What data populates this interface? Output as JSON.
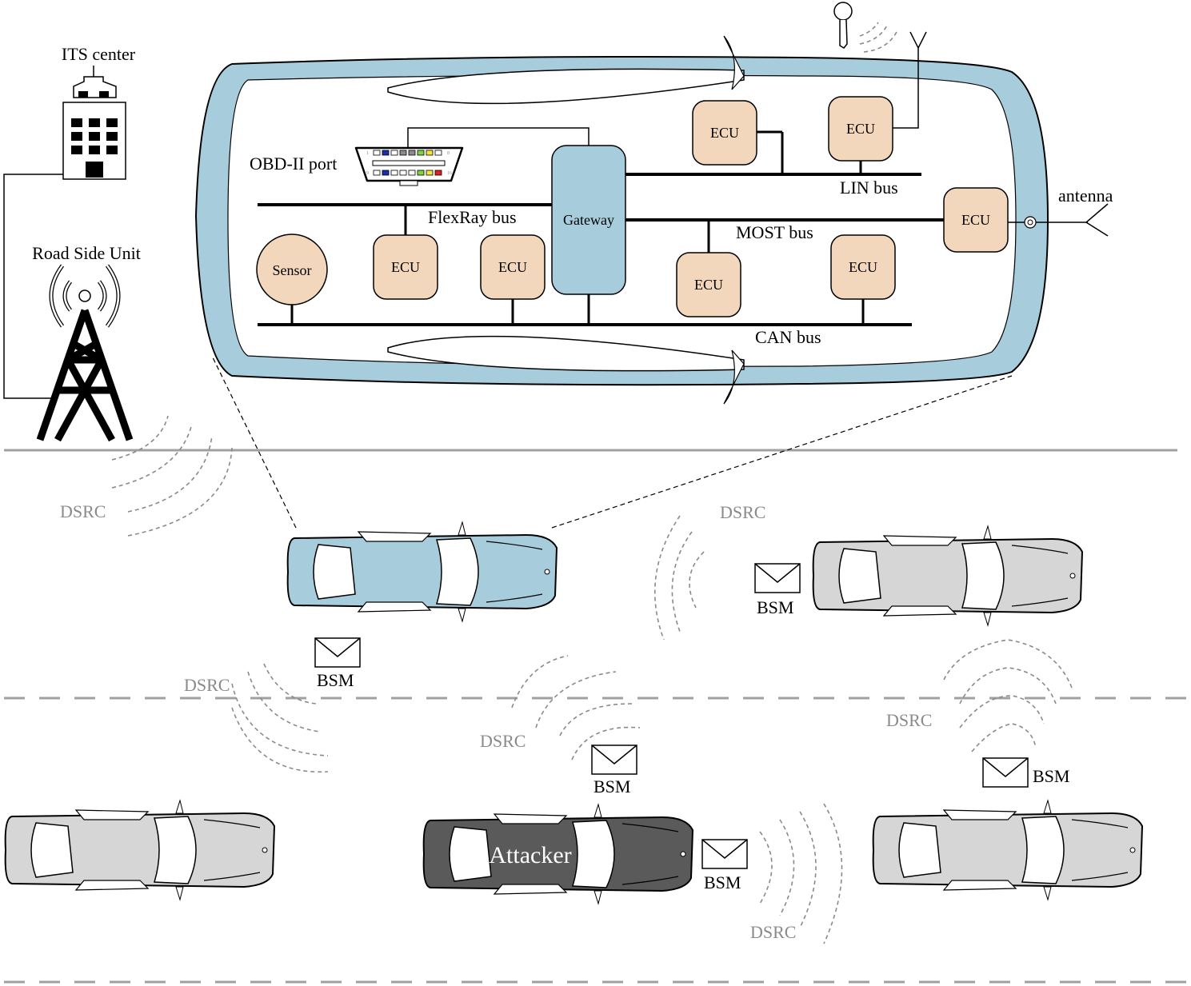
{
  "labels": {
    "its_center": "ITS center",
    "road_side_unit": "Road Side Unit",
    "obd_port": "OBD-II port",
    "flexray_bus": "FlexRay bus",
    "gateway": "Gateway",
    "lin_bus": "LIN bus",
    "most_bus": "MOST bus",
    "can_bus": "CAN bus",
    "antenna": "antenna",
    "sensor": "Sensor",
    "ecu": "ECU",
    "attacker": "Attacker",
    "bsm": "BSM",
    "dsrc": "DSRC"
  },
  "obd_pins": {
    "top_left": "1",
    "top_right": "8",
    "bottom_left": "9",
    "bottom_right": "16",
    "top_colors": [
      "#ffffff",
      "#1a2fb0",
      "#ffffff",
      "#8c8c8c",
      "#8c8c8c",
      "#7fd63c",
      "#f2e63a",
      "#ffffff"
    ],
    "bottom_colors": [
      "#ffffff",
      "#1a2fb0",
      "#ffffff",
      "#ffffff",
      "#ffffff",
      "#7fd63c",
      "#f2e63a",
      "#e02020"
    ]
  },
  "colors": {
    "car_highlight": "#a7ccdb",
    "car_normal": "#d6d6d6",
    "car_attacker": "#5a5a5a",
    "ecu_fill": "#f2d7bc",
    "gateway_fill": "#a7ccdb",
    "dsrc_text": "#8a8a8a",
    "lane_line": "#a0a0a0"
  }
}
